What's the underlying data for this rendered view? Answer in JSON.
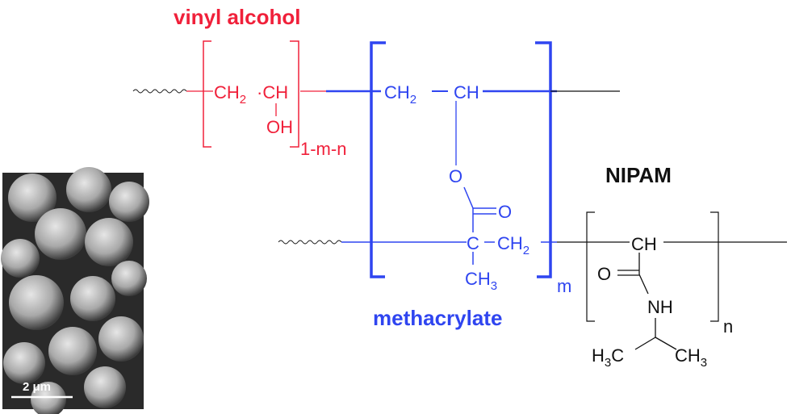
{
  "labels": {
    "vinyl_alcohol": "vinyl alcohol",
    "methacrylate": "methacrylate",
    "nipam": "NIPAM"
  },
  "vinyl_alcohol_unit": {
    "ch2": "CH",
    "ch2_sub": "2",
    "ch": "·CH",
    "oh": "OH",
    "subscript": "1-m-n"
  },
  "methacrylate_unit": {
    "ch2": "CH",
    "ch2_sub": "2",
    "ch": "CH",
    "ester_o": "O",
    "carbonyl_o": "O",
    "c": "C",
    "ch2b": "CH",
    "ch2b_sub": "2",
    "ch3": "CH",
    "ch3_sub": "3",
    "subscript": "m"
  },
  "nipam_unit": {
    "ch": "CH",
    "o": "O",
    "nh": "NH",
    "h3c_h": "H",
    "h3c_sub": "3",
    "h3c_c": "C",
    "ch3": "CH",
    "ch3_sub": "3",
    "subscript": "n"
  },
  "sem_image": {
    "scale_bar": "2 μm"
  },
  "colors": {
    "vinyl_alcohol": "#f0203a",
    "methacrylate": "#2f45f0",
    "nipam": "#111111"
  }
}
